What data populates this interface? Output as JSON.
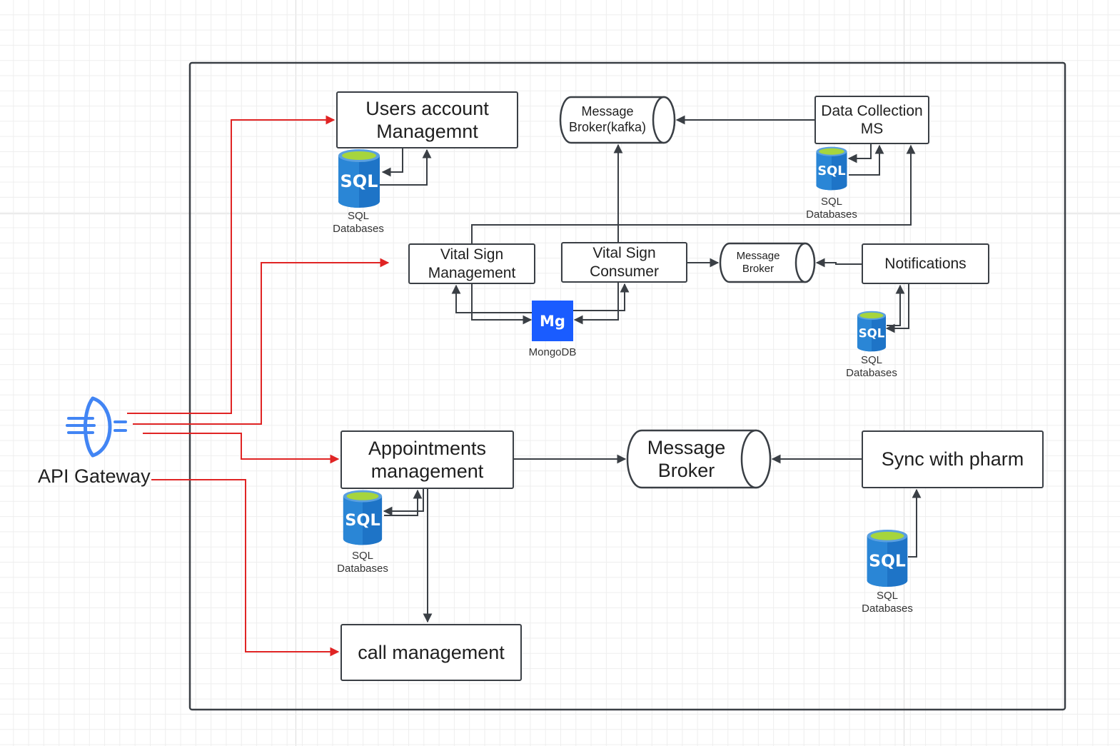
{
  "api_gateway": {
    "label": "API Gateway",
    "icon": "api-gateway-icon",
    "color": "#4285f4"
  },
  "services": {
    "users_account": "Users account\nManagemnt",
    "vital_sign_management": "Vital Sign\nManagement",
    "vital_sign_consumer": "Vital Sign\nConsumer",
    "data_collection": "Data Collection\nMS",
    "notifications": "Notifications",
    "appointments": "Appointments\nmanagement",
    "sync_pharm": "Sync with pharm",
    "call_management": "call management"
  },
  "brokers": {
    "kafka": "Message\nBroker(kafka)",
    "notifications_broker": "Message\nBroker",
    "appointments_broker": "Message\nBroker"
  },
  "databases": {
    "sql_icon_text": "SQL",
    "sql_label": "SQL\nDatabases",
    "mongo_icon_text": "Mg",
    "mongo_label": "MongoDB"
  },
  "colors": {
    "gateway_route": "#e02424",
    "connector": "#3a3f45",
    "sql_blue": "#1e74c7",
    "sql_top": "#8dc63f",
    "mongo_blue": "#1a5cff"
  }
}
